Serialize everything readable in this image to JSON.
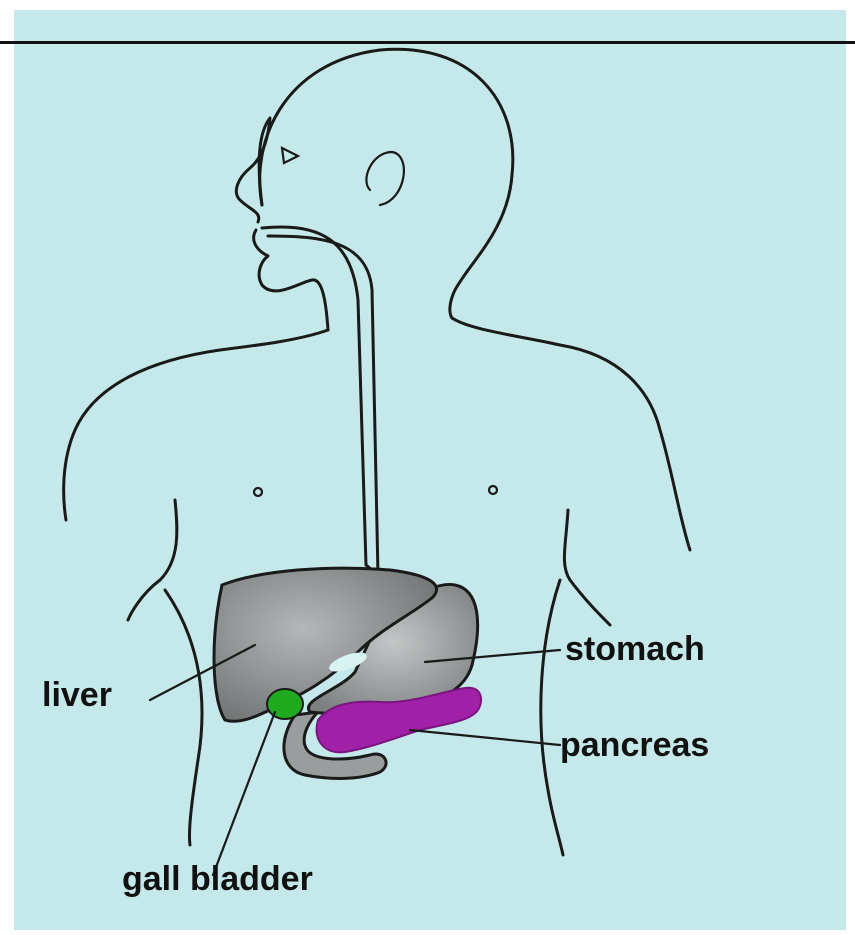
{
  "labels": {
    "liver": "liver",
    "stomach": "stomach",
    "pancreas": "pancreas",
    "gall_bladder": "gall bladder"
  },
  "colors": {
    "background": "#c5e9ea",
    "organ_gray": "#8c8f90",
    "gall_bladder": "#1faa1f",
    "pancreas": "#a020a8",
    "outline": "#1a1a1a"
  }
}
